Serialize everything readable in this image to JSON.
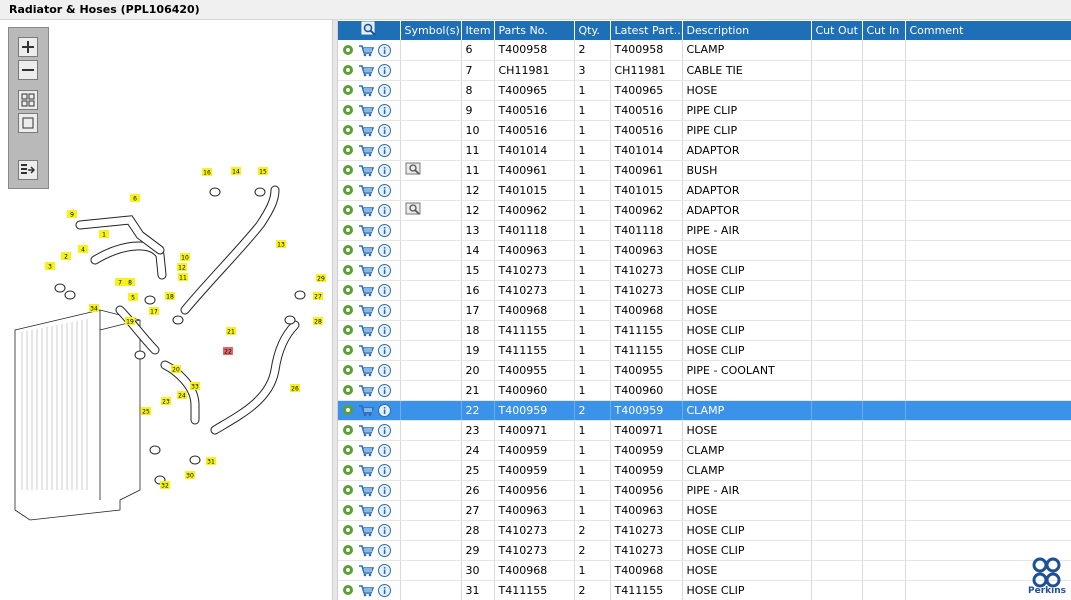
{
  "title": "Radiator & Hoses (PPL106420)",
  "brand": {
    "name": "Perkins",
    "color": "#1f4f99"
  },
  "colors": {
    "header": "#1f6fb6",
    "selected_row": "#3a93e8",
    "callout": "#f7f319",
    "callout_selected": "#e06a6a"
  },
  "toolbar": {
    "zoom_in": "zoom-in-icon",
    "zoom_out": "zoom-out-icon",
    "fit_all": "fit-all-icon",
    "actual_size": "actual-size-icon",
    "export": "export-icon"
  },
  "columns": [
    "",
    "Symbol(s)",
    "Item",
    "Parts No.",
    "Qty.",
    "Latest Part...",
    "Description",
    "Cut Out",
    "Cut In",
    "Comment"
  ],
  "rows": [
    {
      "item": "6",
      "part": "T400958",
      "qty": "2",
      "latest": "T400958",
      "desc": "CLAMP",
      "symbol": false
    },
    {
      "item": "7",
      "part": "CH11981",
      "qty": "3",
      "latest": "CH11981",
      "desc": "CABLE TIE",
      "symbol": false
    },
    {
      "item": "8",
      "part": "T400965",
      "qty": "1",
      "latest": "T400965",
      "desc": "HOSE",
      "symbol": false
    },
    {
      "item": "9",
      "part": "T400516",
      "qty": "1",
      "latest": "T400516",
      "desc": "PIPE CLIP",
      "symbol": false
    },
    {
      "item": "10",
      "part": "T400516",
      "qty": "1",
      "latest": "T400516",
      "desc": "PIPE CLIP",
      "symbol": false
    },
    {
      "item": "11",
      "part": "T401014",
      "qty": "1",
      "latest": "T401014",
      "desc": "ADAPTOR",
      "symbol": false
    },
    {
      "item": "11",
      "part": "T400961",
      "qty": "1",
      "latest": "T400961",
      "desc": "BUSH",
      "symbol": true
    },
    {
      "item": "12",
      "part": "T401015",
      "qty": "1",
      "latest": "T401015",
      "desc": "ADAPTOR",
      "symbol": false
    },
    {
      "item": "12",
      "part": "T400962",
      "qty": "1",
      "latest": "T400962",
      "desc": "ADAPTOR",
      "symbol": true
    },
    {
      "item": "13",
      "part": "T401118",
      "qty": "1",
      "latest": "T401118",
      "desc": "PIPE - AIR",
      "symbol": false
    },
    {
      "item": "14",
      "part": "T400963",
      "qty": "1",
      "latest": "T400963",
      "desc": "HOSE",
      "symbol": false
    },
    {
      "item": "15",
      "part": "T410273",
      "qty": "1",
      "latest": "T410273",
      "desc": "HOSE CLIP",
      "symbol": false
    },
    {
      "item": "16",
      "part": "T410273",
      "qty": "1",
      "latest": "T410273",
      "desc": "HOSE CLIP",
      "symbol": false
    },
    {
      "item": "17",
      "part": "T400968",
      "qty": "1",
      "latest": "T400968",
      "desc": "HOSE",
      "symbol": false
    },
    {
      "item": "18",
      "part": "T411155",
      "qty": "1",
      "latest": "T411155",
      "desc": "HOSE CLIP",
      "symbol": false
    },
    {
      "item": "19",
      "part": "T411155",
      "qty": "1",
      "latest": "T411155",
      "desc": "HOSE CLIP",
      "symbol": false
    },
    {
      "item": "20",
      "part": "T400955",
      "qty": "1",
      "latest": "T400955",
      "desc": "PIPE - COOLANT",
      "symbol": false
    },
    {
      "item": "21",
      "part": "T400960",
      "qty": "1",
      "latest": "T400960",
      "desc": "HOSE",
      "symbol": false
    },
    {
      "item": "22",
      "part": "T400959",
      "qty": "2",
      "latest": "T400959",
      "desc": "CLAMP",
      "symbol": false,
      "selected": true
    },
    {
      "item": "23",
      "part": "T400971",
      "qty": "1",
      "latest": "T400971",
      "desc": "HOSE",
      "symbol": false
    },
    {
      "item": "24",
      "part": "T400959",
      "qty": "1",
      "latest": "T400959",
      "desc": "CLAMP",
      "symbol": false
    },
    {
      "item": "25",
      "part": "T400959",
      "qty": "1",
      "latest": "T400959",
      "desc": "CLAMP",
      "symbol": false
    },
    {
      "item": "26",
      "part": "T400956",
      "qty": "1",
      "latest": "T400956",
      "desc": "PIPE - AIR",
      "symbol": false
    },
    {
      "item": "27",
      "part": "T400963",
      "qty": "1",
      "latest": "T400963",
      "desc": "HOSE",
      "symbol": false
    },
    {
      "item": "28",
      "part": "T410273",
      "qty": "2",
      "latest": "T410273",
      "desc": "HOSE CLIP",
      "symbol": false
    },
    {
      "item": "29",
      "part": "T410273",
      "qty": "2",
      "latest": "T410273",
      "desc": "HOSE CLIP",
      "symbol": false
    },
    {
      "item": "30",
      "part": "T400968",
      "qty": "1",
      "latest": "T400968",
      "desc": "HOSE",
      "symbol": false
    },
    {
      "item": "31",
      "part": "T411155",
      "qty": "2",
      "latest": "T411155",
      "desc": "HOSE CLIP",
      "symbol": false
    }
  ],
  "diagram": {
    "callouts": [
      "1",
      "2",
      "3",
      "4",
      "5",
      "6",
      "7",
      "8",
      "9",
      "10",
      "11",
      "12",
      "13",
      "14",
      "15",
      "16",
      "17",
      "18",
      "19",
      "20",
      "21",
      "22",
      "23",
      "24",
      "25",
      "26",
      "27",
      "28",
      "29",
      "30",
      "31",
      "32",
      "33",
      "34"
    ],
    "selected_callout": "22"
  }
}
